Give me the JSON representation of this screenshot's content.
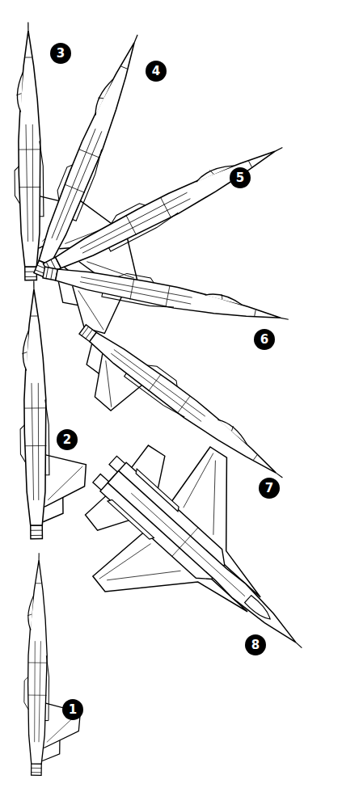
{
  "diagram": {
    "labels": [
      "3",
      "4",
      "5",
      "6",
      "7",
      "2",
      "8",
      "1"
    ]
  }
}
